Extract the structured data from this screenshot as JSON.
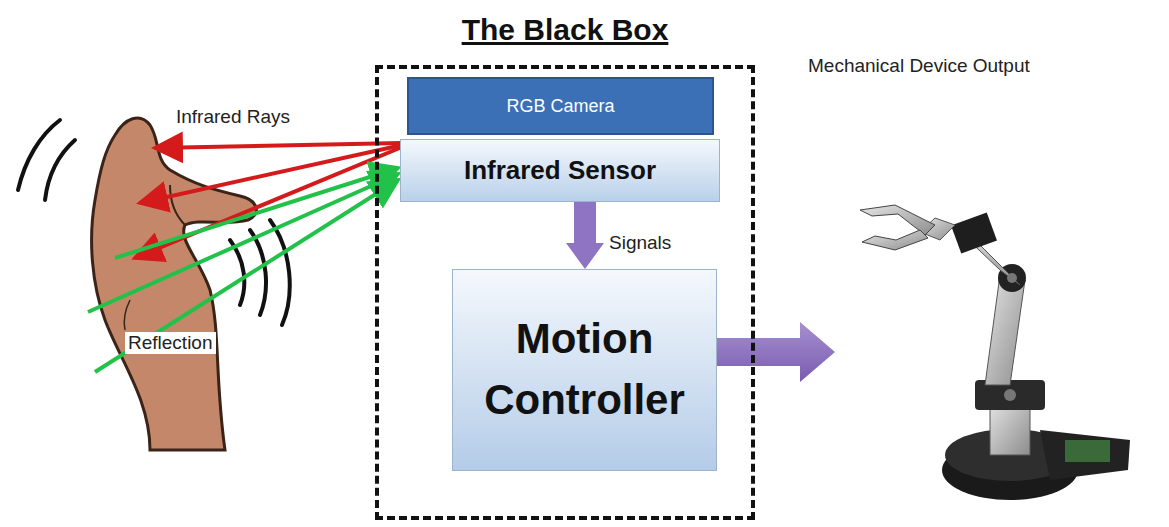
{
  "diagram": {
    "nodes": [
      {
        "text": [
          "The Black Box"
        ]
      },
      {
        "text": [
          "RGB Camera"
        ],
        "in": 0
      },
      {
        "text": [
          "Infrared Sensor"
        ],
        "in": 0
      },
      {
        "text": [
          "Motion Controller"
        ],
        "in": 0
      }
    ],
    "edges": [
      {
        "from": 2,
        "to": 3,
        "label": "Signals",
        "arrow": "to"
      }
    ],
    "labels": [
      "Infrared Rays",
      "Reflection",
      "Mechanical Device Output"
    ]
  }
}
